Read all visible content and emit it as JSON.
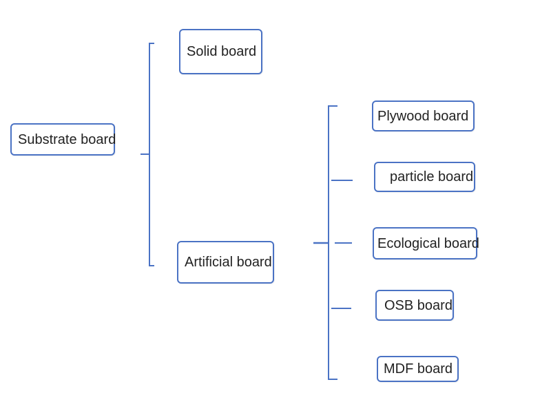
{
  "diagram": {
    "colors": {
      "node_border": "#4a72c4",
      "connector": "#4a72c4",
      "text": "#222222",
      "background": "#ffffff"
    },
    "nodes": {
      "substrate": "Substrate board",
      "solid": "Solid board",
      "artificial": "Artificial board",
      "plywood": "Plywood board",
      "particle": "particle board",
      "ecological": "Ecological board",
      "osb": "OSB board",
      "mdf": "MDF board"
    },
    "relations": [
      {
        "parent": "Substrate board",
        "children": [
          "Solid board",
          "Artificial board"
        ]
      },
      {
        "parent": "Artificial board",
        "children": [
          "Plywood board",
          "particle board",
          "Ecological board",
          "OSB board",
          "MDF board"
        ]
      }
    ]
  }
}
